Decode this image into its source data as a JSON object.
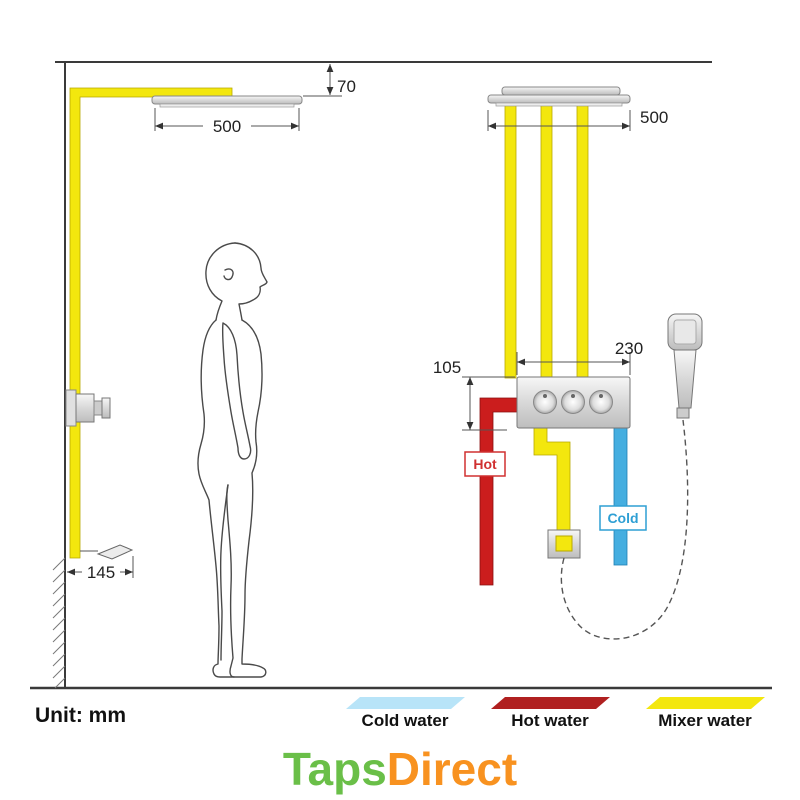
{
  "unit_label": "Unit: mm",
  "dims": {
    "ceiling_to_head": "70",
    "head_width_left": "500",
    "head_width_right": "500",
    "valve_width": "230",
    "valve_drop": "105",
    "holder_offset": "145"
  },
  "labels": {
    "hot": "Hot",
    "cold": "Cold"
  },
  "legend": {
    "cold": {
      "label": "Cold water",
      "swatch": "#b8e4f8",
      "edge": "#7bbcd8"
    },
    "hot": {
      "label": "Hot water",
      "swatch": "#b02020",
      "edge": "#8a1515"
    },
    "mixer": {
      "label": "Mixer water",
      "swatch": "#f3e70e",
      "edge": "#c9bd00"
    }
  },
  "colors": {
    "hot_pipe": "#cb1d1d",
    "cold_pipe": "#45aee0",
    "mixer_pipe": "#f3e70e",
    "hot_text": "#d03030",
    "cold_text": "#2e9fd4"
  },
  "watermark": {
    "part1": "Taps",
    "part2": "Direct",
    "color1": "#6abf48",
    "color2": "#f89220"
  }
}
